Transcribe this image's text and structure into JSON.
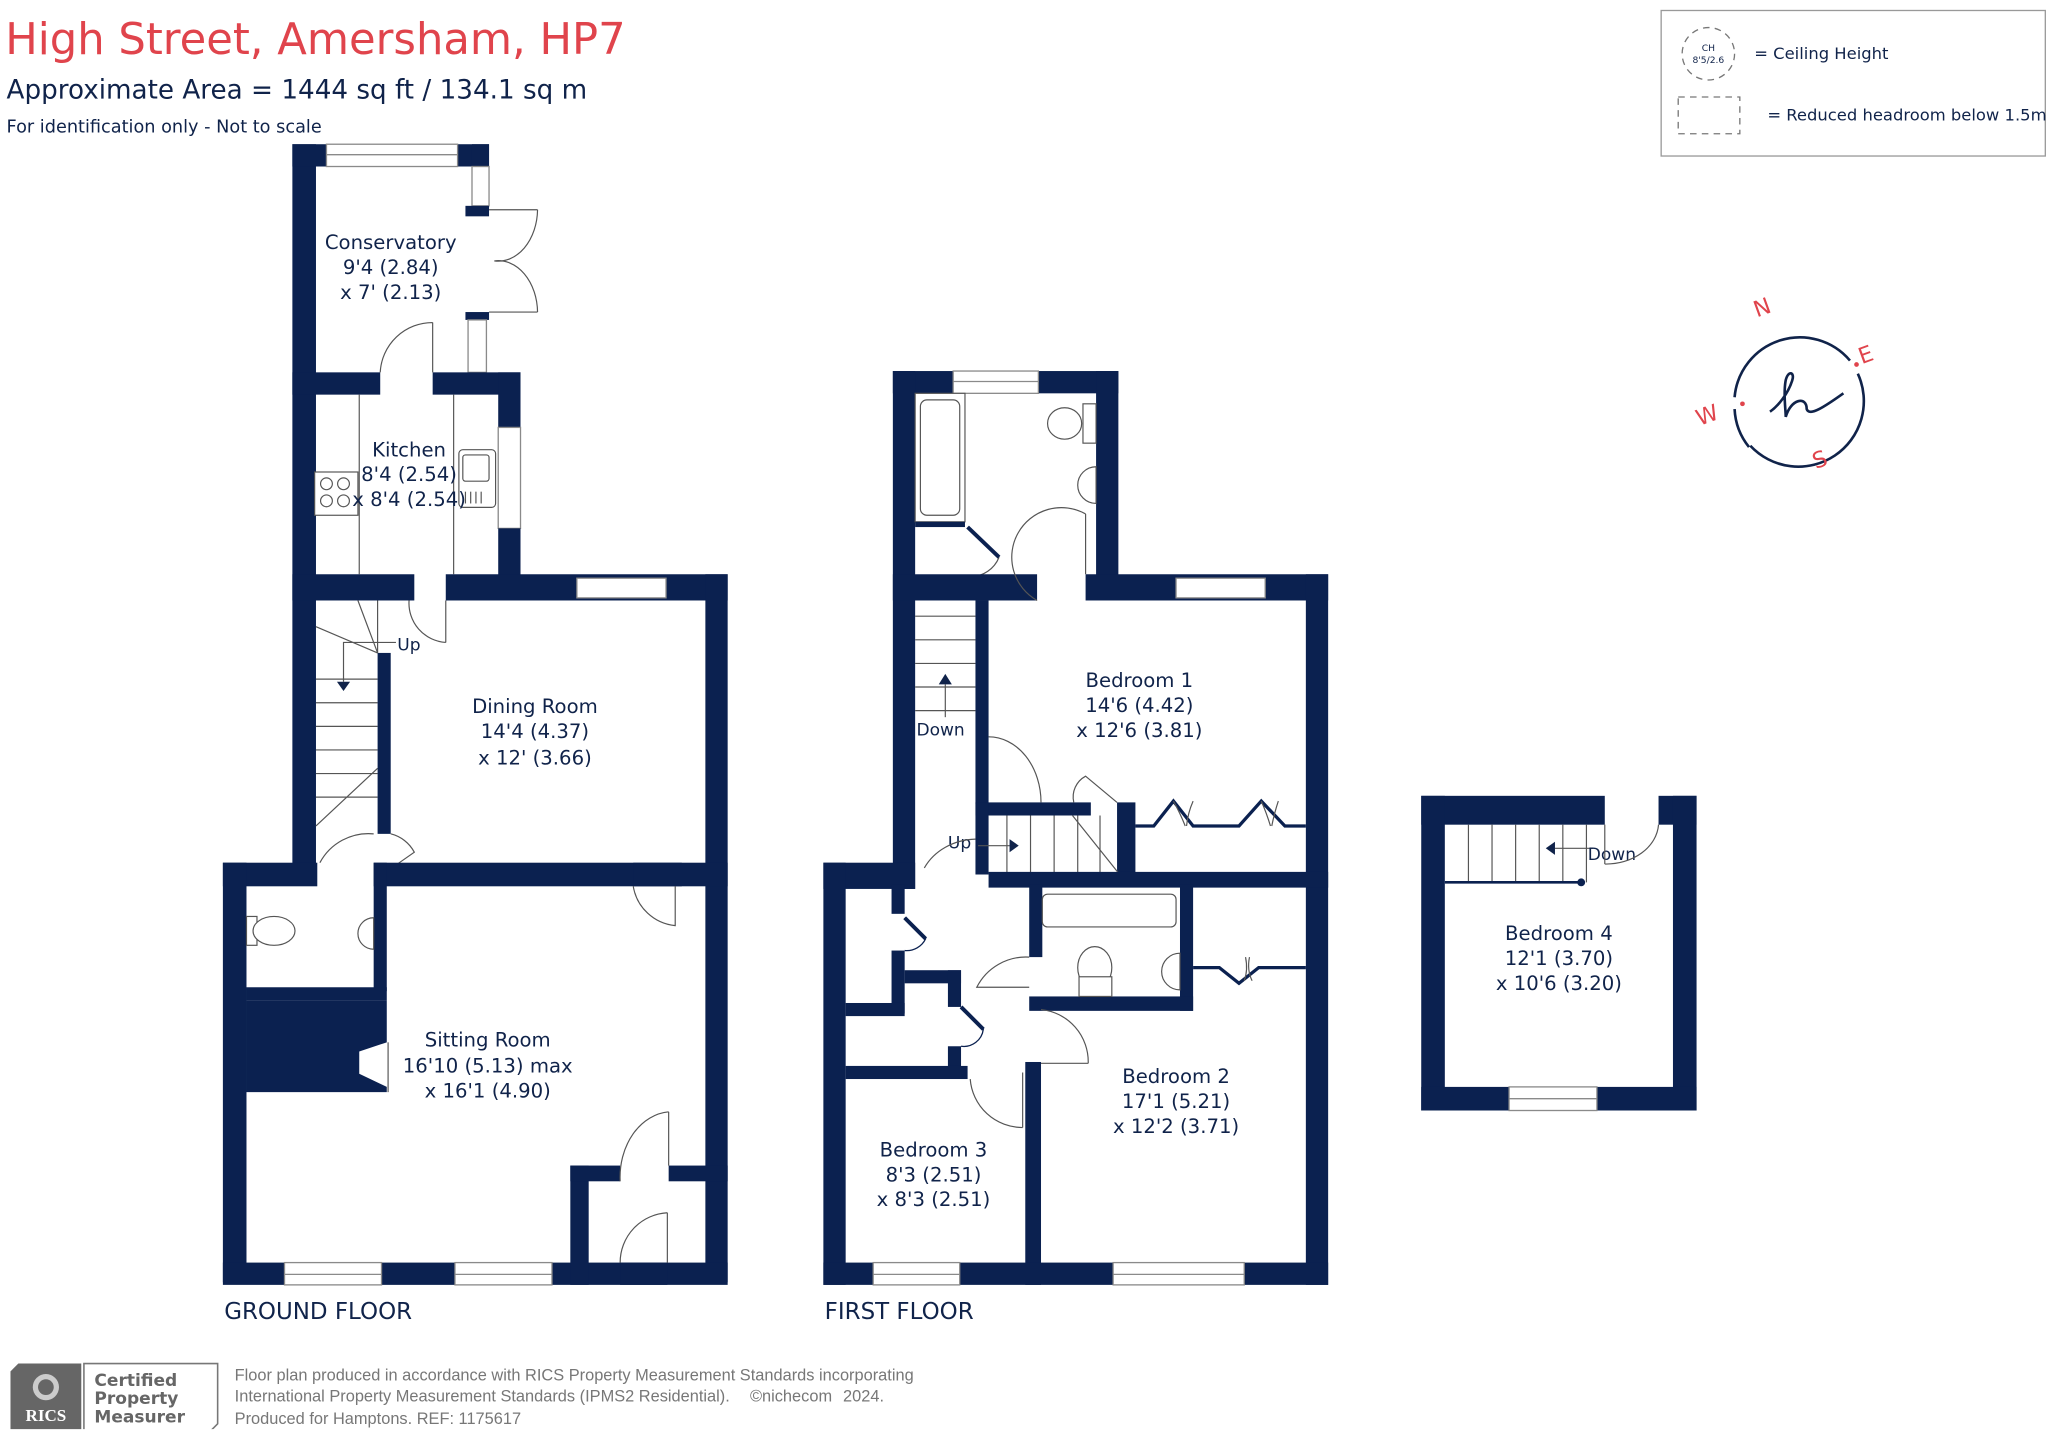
{
  "header": {
    "title": "High Street, Amersham, HP7",
    "area": "Approximate Area = 1444  sq ft / 134.1  sq m",
    "note": "For identification only - Not to scale"
  },
  "legend": {
    "ceiling_symbol_line1": "CH",
    "ceiling_symbol_line2": "8'5/2.6",
    "ceiling_label": "= Ceiling Height",
    "headroom_label": "= Reduced headroom below 1.5m"
  },
  "compass": {
    "north": "N",
    "east": "E",
    "south": "S",
    "west": "W",
    "logo_icon": "h-signature-logo"
  },
  "colors": {
    "wall": "#0b2150",
    "title": "#e0444c",
    "text": "#10234a",
    "footer_grey": "#777777"
  },
  "floors": {
    "ground": {
      "label": "GROUND FLOOR",
      "rooms": [
        {
          "name": "Conservatory",
          "dim1": "9'4 (2.84)",
          "dim2": "x 7' (2.13)"
        },
        {
          "name": "Kitchen",
          "dim1": "8'4 (2.54)",
          "dim2": "x 8'4 (2.54)"
        },
        {
          "name": "Dining Room",
          "dim1": "14'4 (4.37)",
          "dim2": "x 12' (3.66)"
        },
        {
          "name": "Sitting Room",
          "dim1": "16'10 (5.13) max",
          "dim2": "x 16'1 (4.90)"
        }
      ],
      "stair_label": "Up"
    },
    "first": {
      "label": "FIRST FLOOR",
      "rooms": [
        {
          "name": "Bedroom 1",
          "dim1": "14'6 (4.42)",
          "dim2": "x 12'6 (3.81)"
        },
        {
          "name": "Bedroom 2",
          "dim1": "17'1 (5.21)",
          "dim2": "x 12'2 (3.71)"
        },
        {
          "name": "Bedroom 3",
          "dim1": "8'3 (2.51)",
          "dim2": "x 8'3 (2.51)"
        }
      ],
      "stair_down_label": "Down",
      "stair_up_label": "Up"
    },
    "second": {
      "rooms": [
        {
          "name": "Bedroom 4",
          "dim1": "12'1 (3.70)",
          "dim2": "x 10'6 (3.20)"
        }
      ],
      "stair_label": "Down"
    }
  },
  "footer": {
    "badge_brand": "RICS",
    "badge_line1": "Certified",
    "badge_line2": "Property",
    "badge_line3": "Measurer",
    "text_line1": "Floor plan produced in accordance with RICS Property Measurement Standards incorporating",
    "text_line2": "International Property Measurement Standards (IPMS2 Residential).",
    "brand": "©nichecom",
    "year": "2024.",
    "text_line3": "Produced for Hamptons.   REF:   1175617"
  }
}
